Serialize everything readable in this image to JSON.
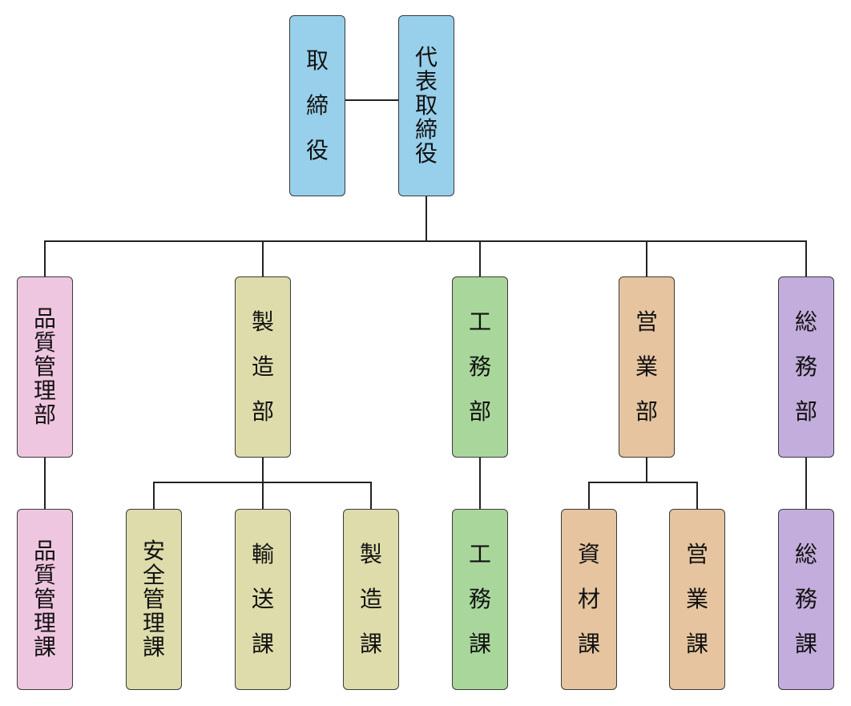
{
  "colors": {
    "executive": "#98cfea",
    "quality": "#efc6e0",
    "manufacturing": "#dedcab",
    "engineering": "#a9d79b",
    "sales": "#e5c49f",
    "general_affairs": "#c3addc",
    "connector": "#222222"
  },
  "nodes": [
    {
      "id": "torishimariyaku",
      "label": "取締役",
      "color_key": "executive",
      "style": "spread"
    },
    {
      "id": "ceo",
      "label": "代表取締役",
      "color_key": "executive",
      "style": "tight"
    },
    {
      "id": "dept-quality",
      "label": "品質管理部",
      "color_key": "quality",
      "style": "tight"
    },
    {
      "id": "dept-manufacturing",
      "label": "製造部",
      "color_key": "manufacturing",
      "style": "spread"
    },
    {
      "id": "dept-engineering",
      "label": "工務部",
      "color_key": "engineering",
      "style": "spread"
    },
    {
      "id": "dept-sales",
      "label": "営業部",
      "color_key": "sales",
      "style": "spread"
    },
    {
      "id": "dept-general",
      "label": "総務部",
      "color_key": "general_affairs",
      "style": "spread"
    },
    {
      "id": "sec-quality",
      "label": "品質管理課",
      "color_key": "quality",
      "style": "tight"
    },
    {
      "id": "sec-safety",
      "label": "安全管理課",
      "color_key": "manufacturing",
      "style": "tight"
    },
    {
      "id": "sec-transport",
      "label": "輸送課",
      "color_key": "manufacturing",
      "style": "spread"
    },
    {
      "id": "sec-manufacturing",
      "label": "製造課",
      "color_key": "manufacturing",
      "style": "spread"
    },
    {
      "id": "sec-engineering",
      "label": "工務課",
      "color_key": "engineering",
      "style": "spread"
    },
    {
      "id": "sec-materials",
      "label": "資材課",
      "color_key": "sales",
      "style": "spread"
    },
    {
      "id": "sec-sales",
      "label": "営業課",
      "color_key": "sales",
      "style": "spread"
    },
    {
      "id": "sec-general",
      "label": "総務課",
      "color_key": "general_affairs",
      "style": "spread"
    }
  ],
  "edges": [
    [
      "torishimariyaku",
      "ceo"
    ],
    [
      "ceo",
      "dept-quality"
    ],
    [
      "ceo",
      "dept-manufacturing"
    ],
    [
      "ceo",
      "dept-engineering"
    ],
    [
      "ceo",
      "dept-sales"
    ],
    [
      "ceo",
      "dept-general"
    ],
    [
      "dept-quality",
      "sec-quality"
    ],
    [
      "dept-manufacturing",
      "sec-safety"
    ],
    [
      "dept-manufacturing",
      "sec-transport"
    ],
    [
      "dept-manufacturing",
      "sec-manufacturing"
    ],
    [
      "dept-engineering",
      "sec-engineering"
    ],
    [
      "dept-sales",
      "sec-materials"
    ],
    [
      "dept-sales",
      "sec-sales"
    ],
    [
      "dept-general",
      "sec-general"
    ]
  ]
}
